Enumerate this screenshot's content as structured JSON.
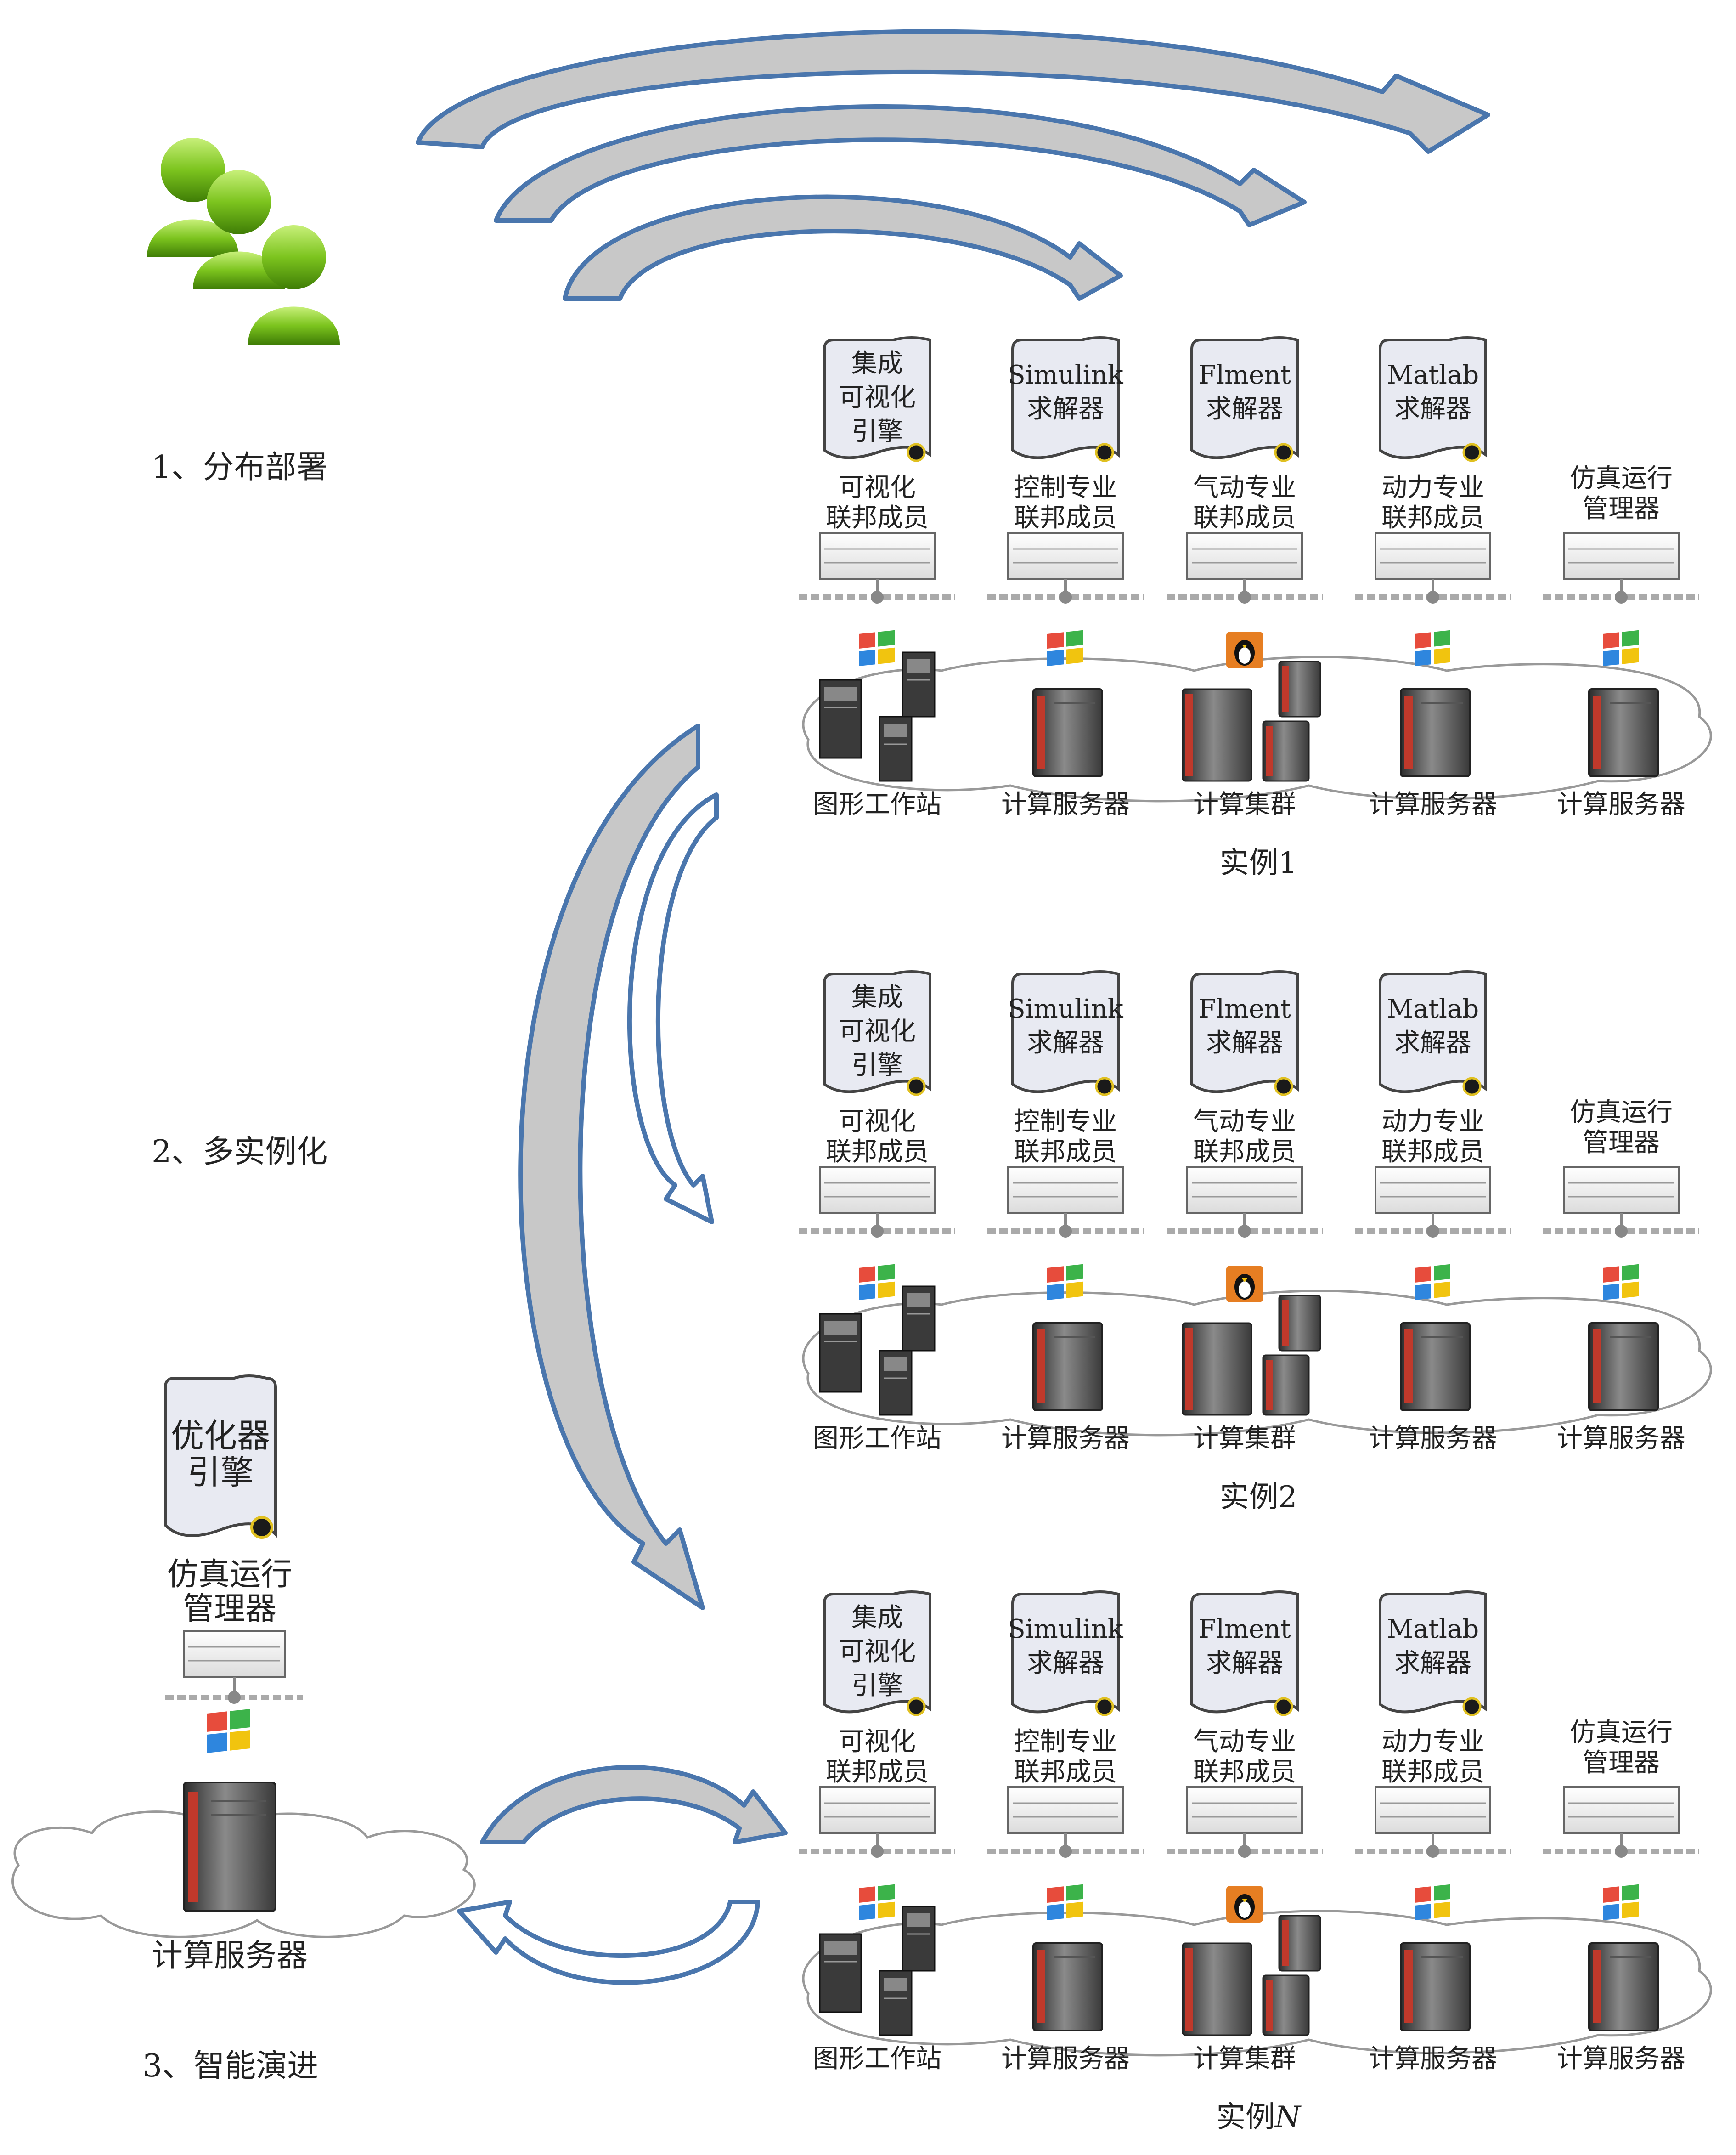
{
  "steps": [
    {
      "text": "1、分布部署"
    },
    {
      "text": "2、多实例化"
    },
    {
      "text": "3、智能演进"
    }
  ],
  "instances": [
    {
      "title": "实例1"
    },
    {
      "title": "实例2"
    },
    {
      "title": "实例",
      "title_italic": "N"
    }
  ],
  "members": [
    {
      "doc_lines": [
        "集成",
        "可视化",
        "引擎"
      ],
      "lines": [
        "可视化",
        "联邦成员"
      ]
    },
    {
      "doc_lines": [
        "Simulink",
        "求解器"
      ],
      "lines": [
        "控制专业",
        "联邦成员"
      ]
    },
    {
      "doc_lines": [
        "Flment",
        "求解器"
      ],
      "lines": [
        "气动专业",
        "联邦成员"
      ]
    },
    {
      "doc_lines": [
        "Matlab",
        "求解器"
      ],
      "lines": [
        "动力专业",
        "联邦成员"
      ]
    },
    {
      "doc_lines": [],
      "lines": [
        "仿真运行",
        "管理器"
      ]
    }
  ],
  "hosts": [
    {
      "label": "图形工作站",
      "os": "windows"
    },
    {
      "label": "计算服务器",
      "os": "windows"
    },
    {
      "label": "计算集群",
      "os": "linux"
    },
    {
      "label": "计算服务器",
      "os": "windows"
    },
    {
      "label": "计算服务器",
      "os": "windows"
    }
  ],
  "optimizer": {
    "doc_lines": [
      "优化器",
      "引擎"
    ],
    "manager_lines": [
      "仿真运行",
      "管理器"
    ],
    "server_label": "计算服务器"
  },
  "colors": {
    "arrow_stroke": "#4a76ad",
    "arrow_fill": "#c8c8c8",
    "doc_fill": "#e8eaf2",
    "server_red": "#c0392b",
    "users_green": "#7cc41e"
  }
}
